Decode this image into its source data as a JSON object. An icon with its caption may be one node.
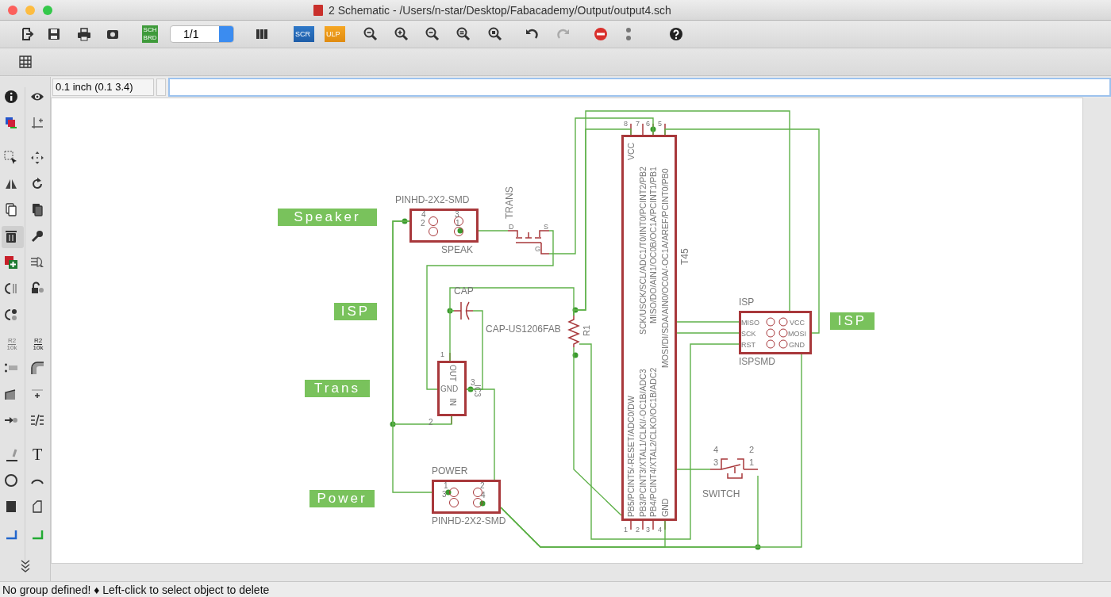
{
  "diagram": {
    "title": "2 Schematic - /Users/n-star/Desktop/Fabacademy/Output/output4.sch",
    "nodes": [
      {
        "text": [
          "Speaker"
        ]
      },
      {
        "text": [
          "ISP"
        ]
      },
      {
        "text": [
          "Trans"
        ]
      },
      {
        "text": [
          "Power"
        ]
      },
      {
        "text": [
          "ISP"
        ]
      },
      {
        "text": [
          "PINHD-2X2-SMD",
          "4",
          "3",
          "2",
          "1",
          "SPEAK"
        ]
      },
      {
        "text": [
          "TRANS",
          "D",
          "S",
          "G"
        ]
      },
      {
        "text": [
          "CAP",
          "CAP-US1206FAB"
        ]
      },
      {
        "text": [
          "R1"
        ]
      },
      {
        "text": [
          "1",
          "OUT",
          "3",
          "GND",
          "IC3",
          "IN",
          "2"
        ]
      },
      {
        "text": [
          "POWER",
          "1",
          "2",
          "3",
          "4",
          "PINHD-2X2-SMD"
        ]
      },
      {
        "text": [
          "8",
          "7",
          "6",
          "5",
          "VCC",
          "SCK/USCK/SCL/ADC1/T0/INT0/PCINT2/PB2",
          "MISO/DO/AIN1/OC0B/OC1A/PCINT1/PB1",
          "MOSI/DI/SDA/AIN0/OC0A/-OC1A/AREF/PCINT0/PB0",
          "T45",
          "PB5/PCINT5/-RESET/ADC0/DW",
          "PB3/PCINT3/XTAL1/CLKI/-OC1B/ADC3",
          "PB4/PCINT4/XTAL2/CLKO/OC1B/ADC2",
          "GND",
          "1",
          "2",
          "3",
          "4"
        ]
      },
      {
        "text": [
          "ISP",
          "MISO",
          "VCC",
          "SCK",
          "MOSI",
          "RST",
          "GND",
          "ISPSMD"
        ]
      },
      {
        "text": [
          "4",
          "2",
          "3",
          "1",
          "SWITCH"
        ]
      }
    ],
    "edges": [
      {
        "from": 5,
        "to": 6,
        "arrow": "none"
      },
      {
        "from": 5,
        "to": 9,
        "arrow": "none"
      },
      {
        "from": 5,
        "to": 10,
        "arrow": "none"
      },
      {
        "from": 6,
        "to": 9,
        "arrow": "none"
      },
      {
        "from": 7,
        "to": 9,
        "arrow": "none"
      },
      {
        "from": 9,
        "to": 10,
        "arrow": "none"
      },
      {
        "from": 10,
        "to": 11,
        "arrow": "none"
      },
      {
        "from": 10,
        "to": 13,
        "arrow": "none"
      },
      {
        "from": 10,
        "to": 12,
        "arrow": "none"
      },
      {
        "from": 9,
        "to": 7,
        "arrow": "none"
      },
      {
        "from": 7,
        "to": 8,
        "arrow": "none"
      },
      {
        "from": 8,
        "to": 11,
        "arrow": "none"
      },
      {
        "from": 8,
        "to": 12,
        "arrow": "none"
      },
      {
        "from": 6,
        "to": 11,
        "arrow": "none"
      },
      {
        "from": 11,
        "to": 12,
        "arrow": "none"
      },
      {
        "from": 11,
        "to": 12,
        "arrow": "none"
      },
      {
        "from": 11,
        "to": 12,
        "arrow": "none"
      },
      {
        "from": 8,
        "to": 12,
        "arrow": "none"
      },
      {
        "from": 8,
        "to": 11,
        "arrow": "none"
      },
      {
        "from": 11,
        "to": 13,
        "arrow": "none"
      }
    ],
    "labels": [
      "SCH",
      "BRD",
      "1/1",
      "SCR",
      "ULP",
      "0.1 inch (0.1 3.4)",
      "R2",
      "10k",
      "R2",
      "10k",
      "T",
      "No group defined! ♦ Left-click to select object to delete"
    ]
  }
}
